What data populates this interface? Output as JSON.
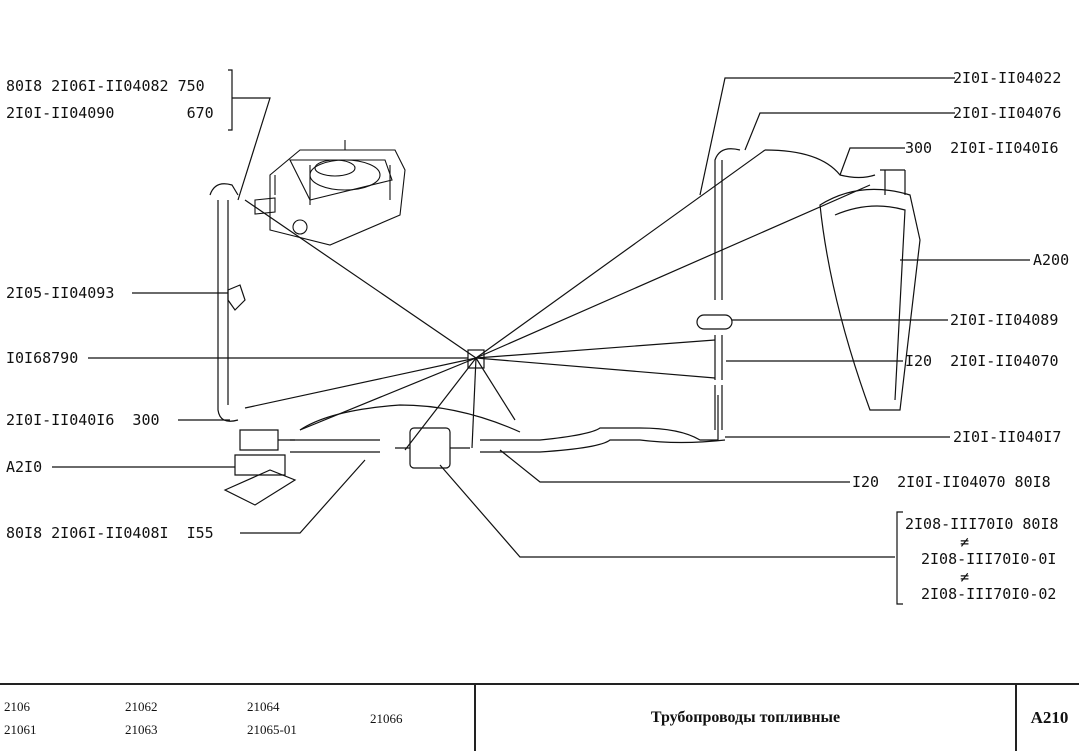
{
  "labels": {
    "l1a": "80I8 2I06I-II04082 750",
    "l1b": "2I0I-II04090        670",
    "l2": "2I05-II04093",
    "l3": "I0I68790",
    "l4": "2I0I-II040I6  300",
    "l5": "A2I0",
    "l6": "80I8 2I06I-II0408I  I55",
    "r1": "2I0I-II04022",
    "r2": "2I0I-II04076",
    "r3": "300  2I0I-II040I6",
    "r4": "A200",
    "r5": "2I0I-II04089",
    "r6": "I20  2I0I-II04070",
    "r7": "2I0I-II040I7",
    "r8": "I20  2I0I-II04070 80I8",
    "r9a": "2I08-III70I0 80I8",
    "r9b": "2I08-III70I0-0I",
    "r9c": "2I08-III70I0-02",
    "neq": "≠"
  },
  "footer": {
    "models": [
      "2106",
      "21061",
      "21062",
      "21063",
      "21064",
      "21065-01",
      "21066"
    ],
    "title": "Трубопроводы топливные",
    "code": "A210"
  }
}
